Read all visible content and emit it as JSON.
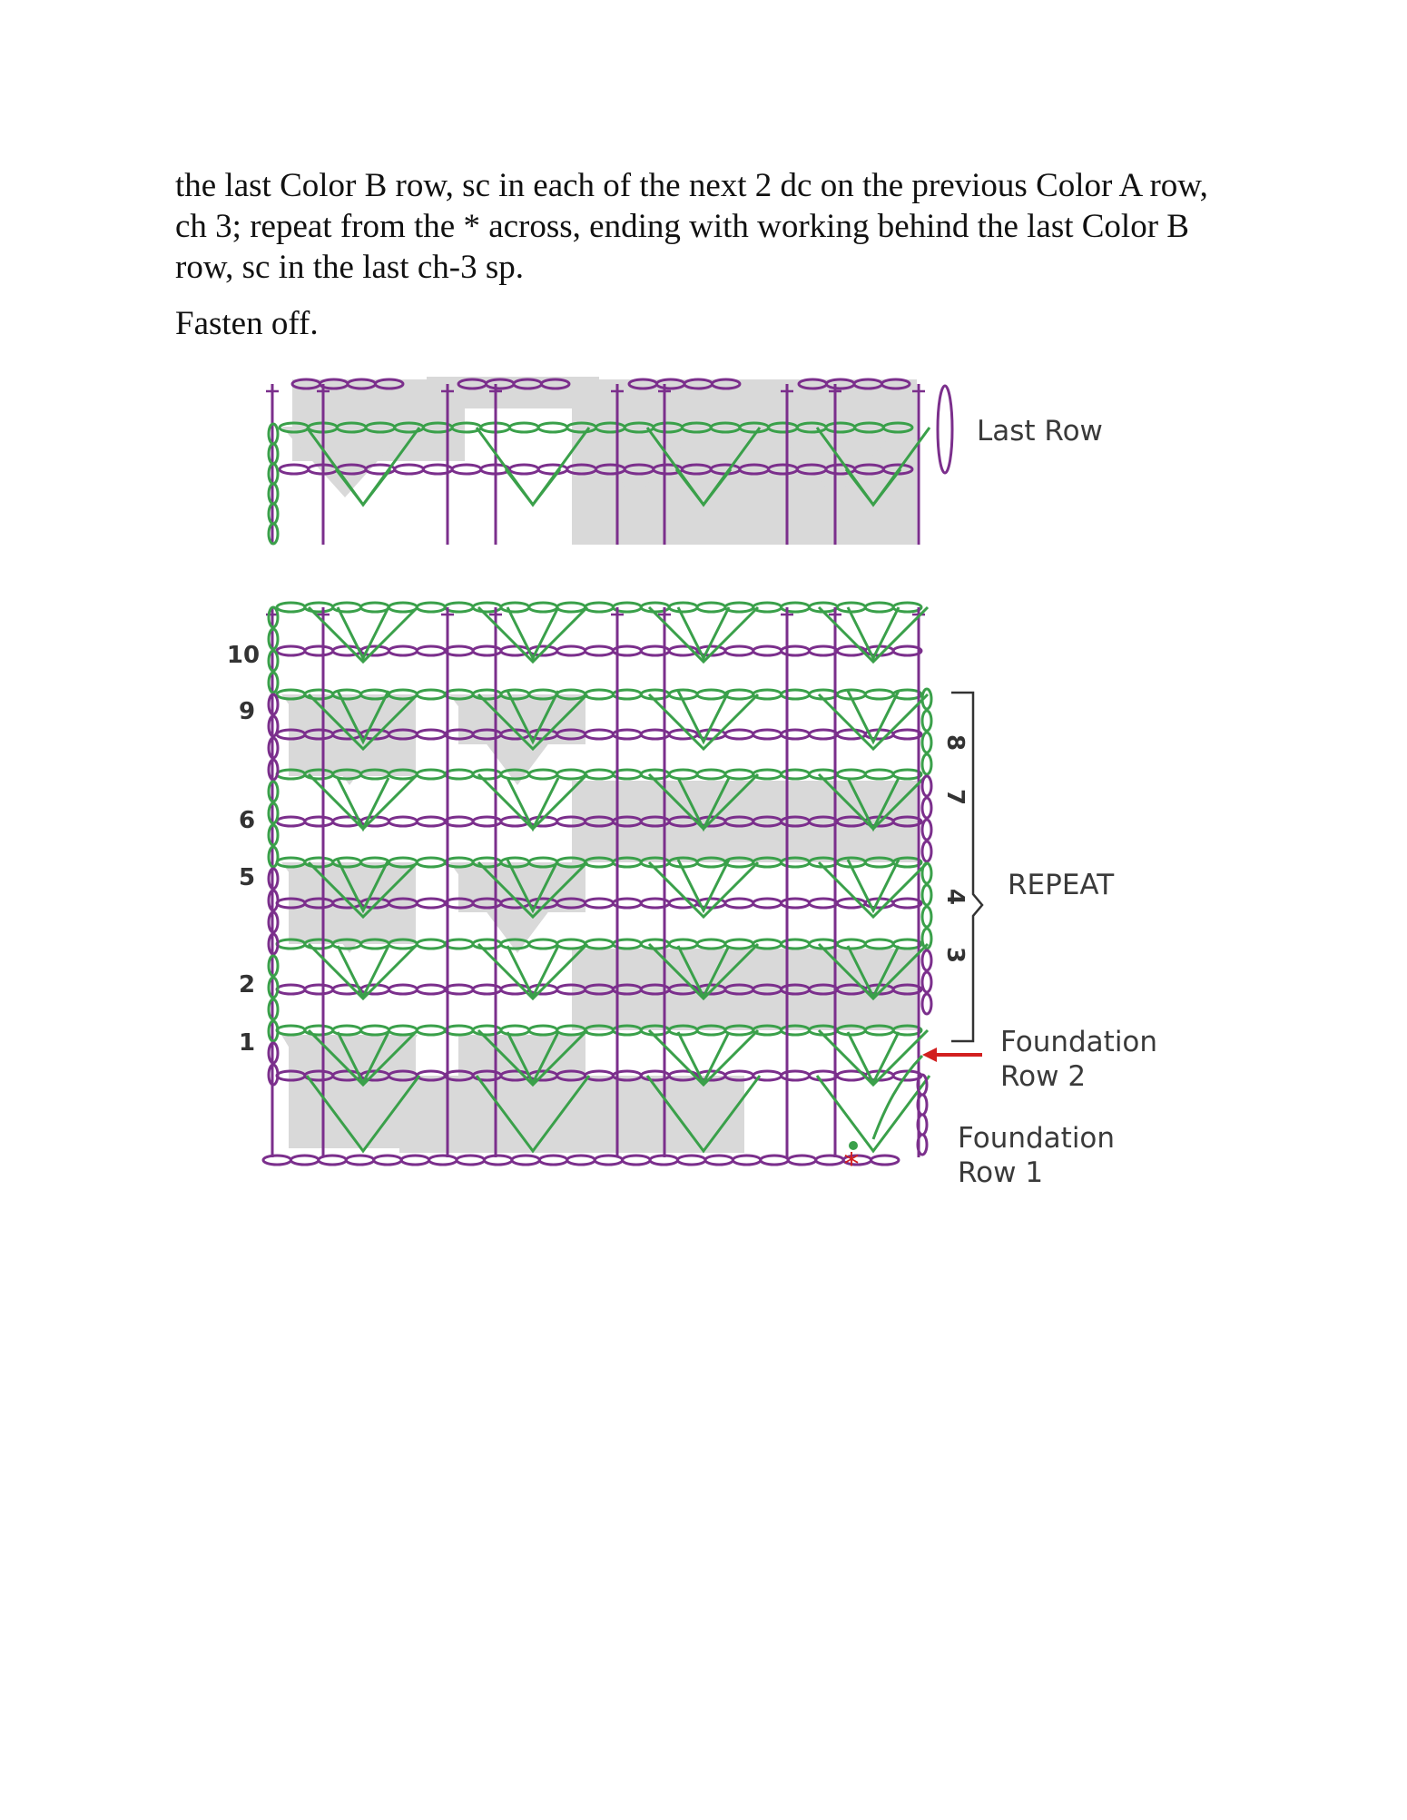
{
  "text": {
    "paragraph_1": "the last Color B row, sc in each of the next 2 dc on the previous Color A row, ch 3; repeat from the * across, ending with working behind the last Color B row, sc in the last ch-3 sp.",
    "paragraph_2": "Fasten off."
  },
  "diagram": {
    "labels": {
      "last_row": "Last Row",
      "repeat": "REPEAT",
      "foundation_row_2_line1": "Foundation",
      "foundation_row_2_line2": "Row 2",
      "foundation_row_1_line1": "Foundation",
      "foundation_row_1_line2": "Row 1"
    },
    "left_row_numbers": [
      "10",
      "9",
      "6",
      "5",
      "2",
      "1"
    ],
    "right_row_numbers": [
      "8",
      "7",
      "4",
      "3"
    ],
    "start_marker": "*",
    "colors": {
      "color_a": "#3aa04a",
      "color_b": "#7b2f8c",
      "shading": "#d9d9d9",
      "arrow": "#d21f1f"
    }
  }
}
